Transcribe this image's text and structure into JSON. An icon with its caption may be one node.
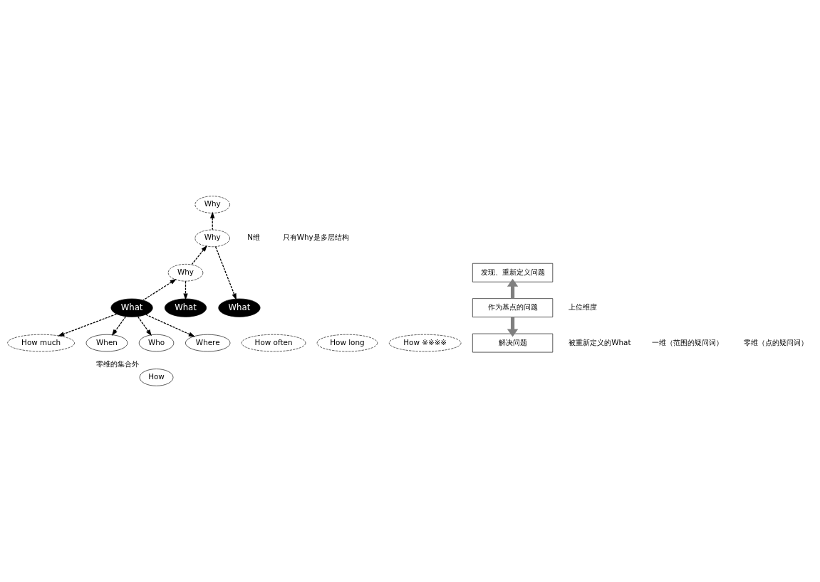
{
  "diagram": {
    "nodes": [
      {
        "text": [
          "Why"
        ]
      },
      {
        "text": [
          "Why"
        ]
      },
      {
        "text": [
          "Why"
        ]
      },
      {
        "text": [
          "What"
        ]
      },
      {
        "text": [
          "What"
        ]
      },
      {
        "text": [
          "What"
        ]
      },
      {
        "text": [
          "How much"
        ]
      },
      {
        "text": [
          "How often"
        ]
      },
      {
        "text": [
          "How long"
        ]
      },
      {
        "text": [
          "How ※※※※"
        ]
      },
      {
        "text": [
          "When"
        ]
      },
      {
        "text": [
          "Who"
        ]
      },
      {
        "text": [
          "Where"
        ]
      },
      {
        "text": [
          "How"
        ],
        "beside": [
          "零维的集合外"
        ]
      },
      {
        "text": [
          "发现、重新定义问题"
        ]
      },
      {
        "text": [
          "作为基点的问题"
        ]
      },
      {
        "text": [
          "解决问题"
        ]
      }
    ],
    "edges": [
      {
        "from": 3,
        "to": 2,
        "arrow": "to",
        "style": "dashed"
      },
      {
        "from": 2,
        "to": 1,
        "arrow": "to",
        "style": "dashed"
      },
      {
        "from": 1,
        "to": 0,
        "arrow": "to",
        "style": "dashed"
      },
      {
        "from": 2,
        "to": 4,
        "arrow": "to",
        "style": "dashed"
      },
      {
        "from": 1,
        "to": 5,
        "arrow": "to",
        "style": "dashed"
      },
      {
        "from": 3,
        "to": 10,
        "arrow": "to",
        "style": "dashed"
      },
      {
        "from": 3,
        "to": 11,
        "arrow": "to",
        "style": "dashed"
      },
      {
        "from": 3,
        "to": 12,
        "arrow": "to",
        "style": "dashed"
      },
      {
        "from": 3,
        "to": 6,
        "arrow": "to",
        "style": "dashed"
      },
      {
        "from": 15,
        "to": 14,
        "arrow": "to",
        "style": "thick",
        "color": "#808080"
      },
      {
        "from": 15,
        "to": 16,
        "arrow": "to",
        "style": "thick",
        "color": "#808080"
      }
    ],
    "labels": [
      "N维",
      "只有Why是多层结构",
      "上位维度",
      "被重新定义的What",
      "一维（范围的疑问词）",
      "零维（点的疑问词）"
    ]
  }
}
